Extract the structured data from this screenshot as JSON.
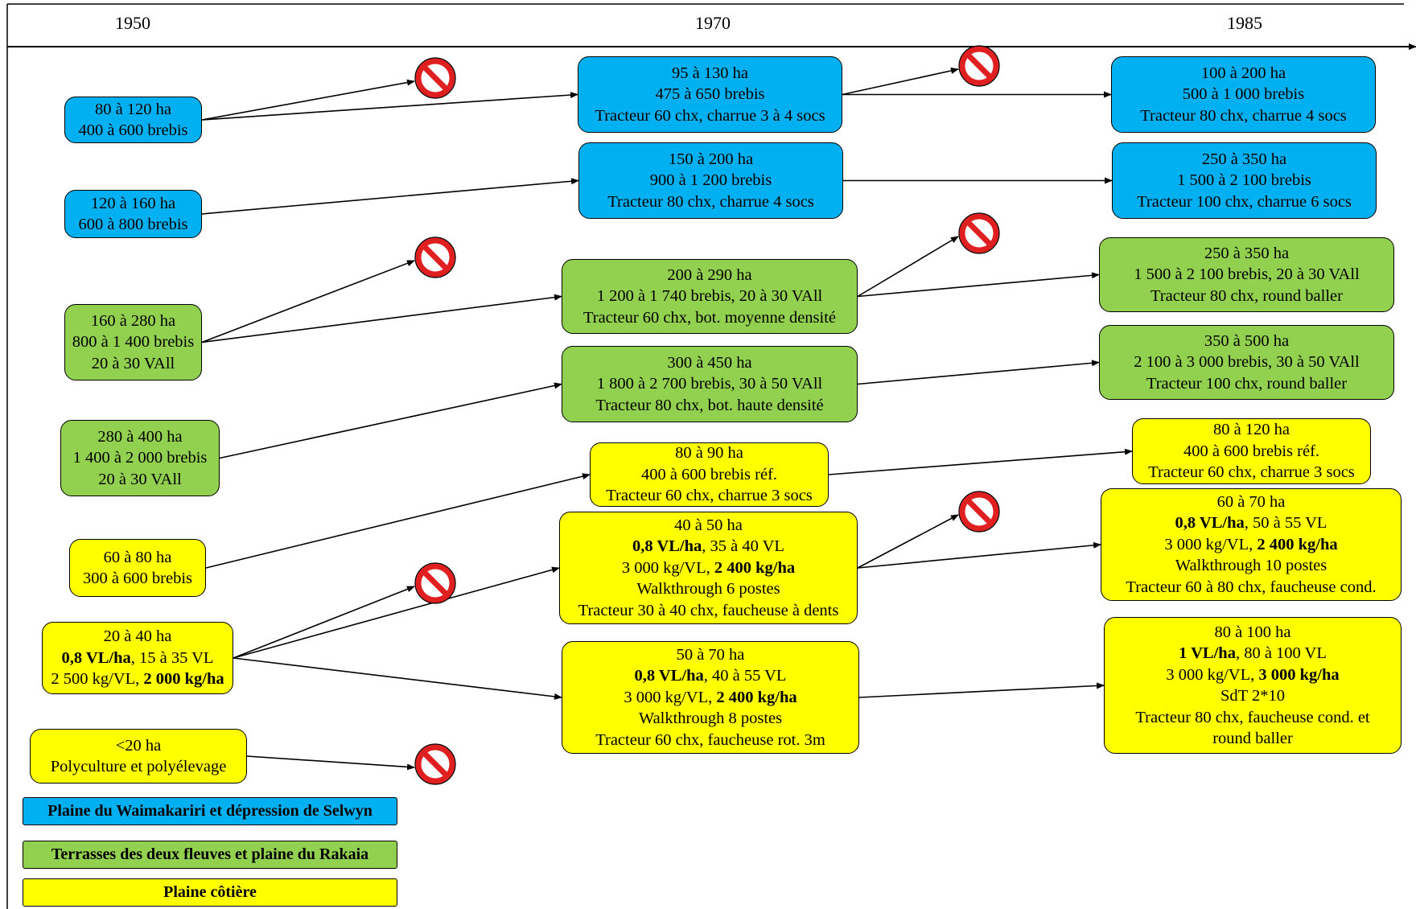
{
  "timeline": {
    "years": [
      "1950",
      "1970",
      "1985"
    ]
  },
  "nodes": [
    {
      "id": "b1",
      "color": "blue",
      "lines": [
        [
          {
            "t": "80 à 120 ha"
          }
        ],
        [
          {
            "t": "400 à 600 brebis"
          }
        ]
      ]
    },
    {
      "id": "b2",
      "color": "blue",
      "lines": [
        [
          {
            "t": "120 à 160 ha"
          }
        ],
        [
          {
            "t": "600 à 800 brebis"
          }
        ]
      ]
    },
    {
      "id": "g1",
      "color": "green",
      "lines": [
        [
          {
            "t": "160 à 280 ha"
          }
        ],
        [
          {
            "t": "800 à 1 400 brebis"
          }
        ],
        [
          {
            "t": "20 à 30 VAll"
          }
        ]
      ]
    },
    {
      "id": "g2",
      "color": "green",
      "lines": [
        [
          {
            "t": "280 à 400 ha"
          }
        ],
        [
          {
            "t": "1 400 à 2 000 brebis"
          }
        ],
        [
          {
            "t": "20 à 30 VAll"
          }
        ]
      ]
    },
    {
      "id": "y1",
      "color": "yellow",
      "lines": [
        [
          {
            "t": "60 à 80 ha"
          }
        ],
        [
          {
            "t": "300 à 600 brebis"
          }
        ]
      ]
    },
    {
      "id": "y2",
      "color": "yellow",
      "lines": [
        [
          {
            "t": "20 à 40 ha"
          }
        ],
        [
          {
            "t": "0,8 VL/ha",
            "b": true
          },
          {
            "t": ", 15 à 35 VL"
          }
        ],
        [
          {
            "t": "2 500 kg/VL, "
          },
          {
            "t": "2 000 kg/ha",
            "b": true
          }
        ]
      ]
    },
    {
      "id": "y3",
      "color": "yellow",
      "lines": [
        [
          {
            "t": "<20 ha"
          }
        ],
        [
          {
            "t": "Polyculture et polyélevage"
          }
        ]
      ]
    },
    {
      "id": "b3",
      "color": "blue",
      "lines": [
        [
          {
            "t": "95 à 130 ha"
          }
        ],
        [
          {
            "t": "475 à 650 brebis"
          }
        ],
        [
          {
            "t": "Tracteur 60 chx, charrue 3 à 4 socs"
          }
        ]
      ]
    },
    {
      "id": "b4",
      "color": "blue",
      "lines": [
        [
          {
            "t": "150 à 200 ha"
          }
        ],
        [
          {
            "t": "900 à 1 200 brebis"
          }
        ],
        [
          {
            "t": "Tracteur 80 chx, charrue 4 socs"
          }
        ]
      ]
    },
    {
      "id": "g3",
      "color": "green",
      "lines": [
        [
          {
            "t": "200 à 290 ha"
          }
        ],
        [
          {
            "t": "1 200 à 1 740 brebis, 20 à 30 VAll"
          }
        ],
        [
          {
            "t": "Tracteur 60 chx, bot. moyenne densité"
          }
        ]
      ]
    },
    {
      "id": "g4",
      "color": "green",
      "lines": [
        [
          {
            "t": "300 à 450 ha"
          }
        ],
        [
          {
            "t": "1 800 à 2 700 brebis, 30 à 50 VAll"
          }
        ],
        [
          {
            "t": "Tracteur 80 chx, bot. haute densité"
          }
        ]
      ]
    },
    {
      "id": "y4",
      "color": "yellow",
      "lines": [
        [
          {
            "t": "80 à 90 ha"
          }
        ],
        [
          {
            "t": "400 à 600 brebis réf."
          }
        ],
        [
          {
            "t": "Tracteur 60 chx, charrue 3 socs"
          }
        ]
      ]
    },
    {
      "id": "y5",
      "color": "yellow",
      "lines": [
        [
          {
            "t": "40 à 50 ha"
          }
        ],
        [
          {
            "t": "0,8 VL/ha",
            "b": true
          },
          {
            "t": ", 35 à 40 VL"
          }
        ],
        [
          {
            "t": "3 000 kg/VL, "
          },
          {
            "t": "2 400 kg/ha",
            "b": true
          }
        ],
        [
          {
            "t": "Walkthrough 6 postes"
          }
        ],
        [
          {
            "t": "Tracteur 30 à 40 chx, faucheuse  à dents"
          }
        ]
      ]
    },
    {
      "id": "y6",
      "color": "yellow",
      "lines": [
        [
          {
            "t": "50 à 70 ha"
          }
        ],
        [
          {
            "t": "0,8 VL/ha",
            "b": true
          },
          {
            "t": ", 40 à 55 VL"
          }
        ],
        [
          {
            "t": "3 000 kg/VL, "
          },
          {
            "t": "2 400 kg/ha",
            "b": true
          }
        ],
        [
          {
            "t": "Walkthrough 8 postes"
          }
        ],
        [
          {
            "t": "Tracteur 60 chx, faucheuse rot. 3m"
          }
        ]
      ]
    },
    {
      "id": "b5",
      "color": "blue",
      "lines": [
        [
          {
            "t": "100 à 200 ha"
          }
        ],
        [
          {
            "t": "500 à 1 000 brebis"
          }
        ],
        [
          {
            "t": "Tracteur 80 chx, charrue 4 socs"
          }
        ]
      ]
    },
    {
      "id": "b6",
      "color": "blue",
      "lines": [
        [
          {
            "t": "250 à 350 ha"
          }
        ],
        [
          {
            "t": "1 500 à 2 100 brebis"
          }
        ],
        [
          {
            "t": "Tracteur 100 chx, charrue 6 socs"
          }
        ]
      ]
    },
    {
      "id": "g5",
      "color": "green",
      "lines": [
        [
          {
            "t": "250 à 350 ha"
          }
        ],
        [
          {
            "t": "1 500 à 2 100 brebis, 20 à 30 VAll"
          }
        ],
        [
          {
            "t": "Tracteur 80 chx, round baller"
          }
        ]
      ]
    },
    {
      "id": "g6",
      "color": "green",
      "lines": [
        [
          {
            "t": "350 à 500 ha"
          }
        ],
        [
          {
            "t": "2 100 à 3 000 brebis, 30 à 50 VAll"
          }
        ],
        [
          {
            "t": "Tracteur 100 chx, round baller"
          }
        ]
      ]
    },
    {
      "id": "y7",
      "color": "yellow",
      "lines": [
        [
          {
            "t": "80 à 120 ha"
          }
        ],
        [
          {
            "t": "400 à 600 brebis réf."
          }
        ],
        [
          {
            "t": "Tracteur 60 chx, charrue 3 socs"
          }
        ]
      ]
    },
    {
      "id": "y8",
      "color": "yellow",
      "lines": [
        [
          {
            "t": "60 à 70 ha"
          }
        ],
        [
          {
            "t": "0,8 VL/ha",
            "b": true
          },
          {
            "t": ", 50 à 55 VL"
          }
        ],
        [
          {
            "t": "3 000 kg/VL, "
          },
          {
            "t": "2 400 kg/ha",
            "b": true
          }
        ],
        [
          {
            "t": "Walkthrough 10 postes"
          }
        ],
        [
          {
            "t": "Tracteur 60 à 80 chx, faucheuse cond."
          }
        ]
      ]
    },
    {
      "id": "y9",
      "color": "yellow",
      "lines": [
        [
          {
            "t": "80 à 100 ha"
          }
        ],
        [
          {
            "t": "1 VL/ha",
            "b": true
          },
          {
            "t": ", 80 à 100 VL"
          }
        ],
        [
          {
            "t": "3 000 kg/VL, "
          },
          {
            "t": "3 000 kg/ha",
            "b": true
          }
        ],
        [
          {
            "t": "SdT 2*10"
          }
        ],
        [
          {
            "t": "Tracteur 80 chx, faucheuse cond. et"
          }
        ],
        [
          {
            "t": "round baller"
          }
        ]
      ]
    }
  ],
  "edges": [
    {
      "from": "b1",
      "to": "stop1"
    },
    {
      "from": "b1",
      "to": "b3"
    },
    {
      "from": "b2",
      "to": "b4"
    },
    {
      "from": "g1",
      "to": "stop2"
    },
    {
      "from": "g1",
      "to": "g3"
    },
    {
      "from": "g2",
      "to": "g4"
    },
    {
      "from": "y1",
      "to": "y4"
    },
    {
      "from": "y2",
      "to": "stop3"
    },
    {
      "from": "y2",
      "to": "y5"
    },
    {
      "from": "y2",
      "to": "y6"
    },
    {
      "from": "y3",
      "to": "stop4"
    },
    {
      "from": "b3",
      "to": "stop5"
    },
    {
      "from": "b3",
      "to": "b5"
    },
    {
      "from": "b4",
      "to": "b6"
    },
    {
      "from": "g3",
      "to": "stop6"
    },
    {
      "from": "g3",
      "to": "g5"
    },
    {
      "from": "g4",
      "to": "g6"
    },
    {
      "from": "y4",
      "to": "y7"
    },
    {
      "from": "y5",
      "to": "stop7"
    },
    {
      "from": "y5",
      "to": "y8"
    },
    {
      "from": "y6",
      "to": "y9"
    }
  ],
  "stop_icon": "no-entry-icon",
  "legend": [
    {
      "label": "Plaine du Waimakariri et dépression de Selwyn",
      "color": "blue"
    },
    {
      "label": "Terrasses des deux fleuves et plaine du Rakaia",
      "color": "green"
    },
    {
      "label": "Plaine côtière",
      "color": "yellow"
    }
  ],
  "colors": {
    "blue": "#00b0f0",
    "green": "#92d050",
    "yellow": "#ffff00",
    "stop_red": "#e02020",
    "line": "#000000"
  }
}
